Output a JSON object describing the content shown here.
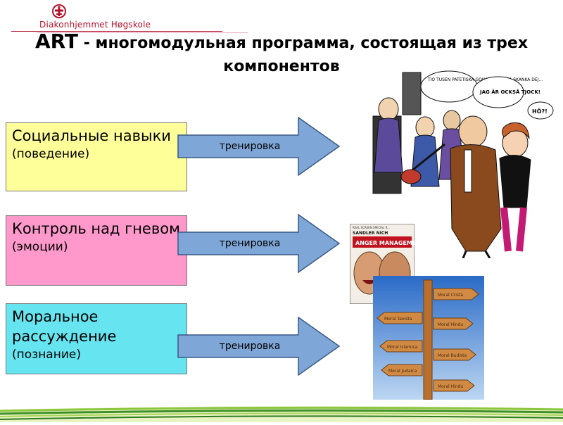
{
  "logo": {
    "name": "Diakonhjemmet Høgskole"
  },
  "title": {
    "art": "ART",
    "rest": " -  многомодульная программа, состоящая из трех компонентов"
  },
  "rows": [
    {
      "main": "Социальные навыки",
      "sub": "(поведение)",
      "arrow": "тренировка",
      "color": "#ffff99"
    },
    {
      "main": "Контроль над гневом",
      "sub": "(эмоции)",
      "arrow": "тренировка",
      "color": "#ff99cc"
    },
    {
      "main": "Моральное рассуждение",
      "sub": "(познание)",
      "arrow": "тренировка",
      "color": "#66e5f0"
    }
  ],
  "images": {
    "cartoon": {
      "bubble1": "TIO TUSEN PATETISKA GONGAR VILL HA SKANKA DEJ...",
      "bubble2": "JAG ÄR OCKSÅ TJOCK!",
      "bubble3": "HÖ?!"
    },
    "poster": {
      "top": "REAL SCREEN SPECIAL R...",
      "names": "SANDLER   NICH",
      "title": "ANGER MANAGEMENT"
    },
    "signpost": {
      "signs": [
        "Moral Crista",
        "Moral Taoista",
        "Moral Hindu",
        "Moral Islamica",
        "Moral Budista",
        "Moral Judaica",
        "Moral Hindu"
      ]
    }
  },
  "colors": {
    "arrow_fill": "#7ea6d6",
    "arrow_stroke": "#3a5a85",
    "brand": "#b3122b"
  }
}
